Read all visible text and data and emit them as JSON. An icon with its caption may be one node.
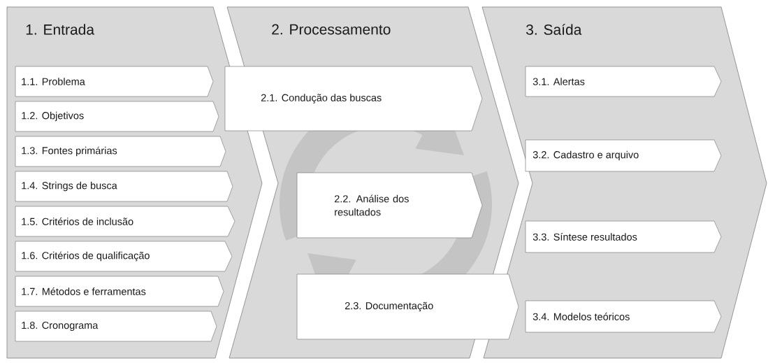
{
  "diagram": {
    "nodes": [
      {
        "text": [
          "1. Entrada"
        ]
      },
      {
        "text": [
          "1.1. Problema"
        ],
        "in": 0
      },
      {
        "text": [
          "1.2. Objetivos"
        ],
        "in": 0
      },
      {
        "text": [
          "1.3. Fontes primárias"
        ],
        "in": 0
      },
      {
        "text": [
          "1.4. Strings de busca"
        ],
        "in": 0
      },
      {
        "text": [
          "1.5. Critérios de inclusão"
        ],
        "in": 0
      },
      {
        "text": [
          "1.6. Critérios de qualificação"
        ],
        "in": 0
      },
      {
        "text": [
          "1.7. Métodos e ferramentas"
        ],
        "in": 0
      },
      {
        "text": [
          "1.8. Cronograma"
        ],
        "in": 0
      },
      {
        "text": [
          "2. Processamento"
        ]
      },
      {
        "text": [
          "2.1. Condução das buscas"
        ],
        "in": 9
      },
      {
        "text": [
          "2.2. Análise dos resultados"
        ],
        "in": 9
      },
      {
        "text": [
          "2.3. Documentação"
        ],
        "in": 9
      },
      {
        "text": [
          "3. Saída"
        ]
      },
      {
        "text": [
          "3.1. Alertas"
        ],
        "in": 13
      },
      {
        "text": [
          "3.2. Cadastro e arquivo"
        ],
        "in": 13
      },
      {
        "text": [
          "3.3. Síntese resultados"
        ],
        "in": 13
      },
      {
        "text": [
          "3.4. Modelos teóricos"
        ],
        "in": 13
      }
    ]
  }
}
